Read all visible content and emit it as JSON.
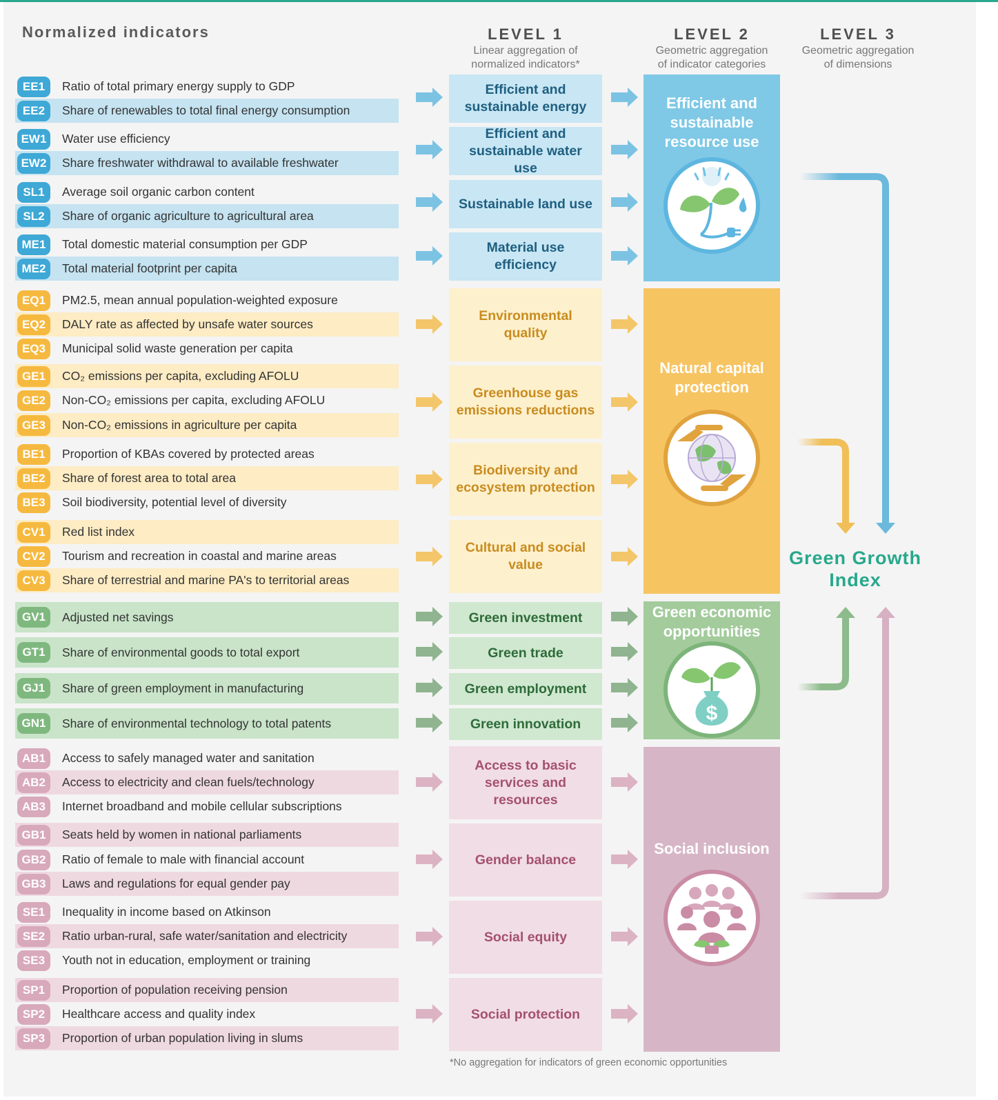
{
  "header": {
    "normalized_title": "Normalized indicators",
    "level1_title": "LEVEL 1",
    "level1_subtitle_1": "Linear aggregation of",
    "level1_subtitle_2": "normalized indicators*",
    "level2_title": "LEVEL 2",
    "level2_subtitle_1": "Geometric aggregation",
    "level2_subtitle_2": "of indicator categories",
    "level3_title": "LEVEL 3",
    "level3_subtitle_1": "Geometric aggregation",
    "level3_subtitle_2": "of dimensions"
  },
  "colors": {
    "blue_code": "#3ea8d6",
    "blue_band": "#c5e3f1",
    "blue_box": "#c8e6f4",
    "blue_text": "#1f5f80",
    "blue_dim": "#7fc8e6",
    "blue_arrow": "#7cc3e3",
    "orange_code": "#f6b93f",
    "orange_band": "#fdecc4",
    "orange_box": "#fdf0cd",
    "orange_text": "#c98c1f",
    "orange_dim": "#f7c462",
    "orange_arrow": "#f4c66a",
    "green_code": "#7fb87f",
    "green_band": "#c9e4c9",
    "green_box": "#cfe8cf",
    "green_text": "#2f6b3a",
    "green_dim": "#a3cb9c",
    "green_arrow": "#8fb48f",
    "pink_code": "#d8a9bb",
    "pink_band": "#efd9e1",
    "pink_box": "#f1dde5",
    "pink_text": "#a5516e",
    "pink_dim": "#d6b6c6",
    "pink_arrow": "#dcb3c3",
    "ggi_text": "#27a88c"
  },
  "indicators": [
    {
      "code": "EE1",
      "label": "Ratio of total primary energy supply to GDP",
      "group": "blue"
    },
    {
      "code": "EE2",
      "label": "Share of renewables to total final energy consumption",
      "group": "blue"
    },
    {
      "code": "EW1",
      "label": "Water use efficiency",
      "group": "blue"
    },
    {
      "code": "EW2",
      "label": "Share freshwater withdrawal to available freshwater",
      "group": "blue"
    },
    {
      "code": "SL1",
      "label": "Average soil organic carbon content",
      "group": "blue"
    },
    {
      "code": "SL2",
      "label": "Share of organic agriculture to agricultural area",
      "group": "blue"
    },
    {
      "code": "ME1",
      "label": "Total domestic material consumption per GDP",
      "group": "blue"
    },
    {
      "code": "ME2",
      "label": "Total material footprint  per capita",
      "group": "blue"
    },
    {
      "code": "EQ1",
      "label": "PM2.5, mean annual population-weighted exposure",
      "group": "orange"
    },
    {
      "code": "EQ2",
      "label": "DALY rate as affected by unsafe water sources",
      "group": "orange"
    },
    {
      "code": "EQ3",
      "label": "Municipal solid waste  generation per capita",
      "group": "orange"
    },
    {
      "code": "GE1",
      "label": "CO₂ emissions per capita, excluding AFOLU",
      "group": "orange"
    },
    {
      "code": "GE2",
      "label": "Non-CO₂ emissions per capita, excluding AFOLU",
      "group": "orange"
    },
    {
      "code": "GE3",
      "label": "Non-CO₂ emissions in agriculture per capita",
      "group": "orange"
    },
    {
      "code": "BE1",
      "label": "Proportion of KBAs covered by protected areas",
      "group": "orange"
    },
    {
      "code": "BE2",
      "label": "Share of forest area to total area",
      "group": "orange"
    },
    {
      "code": "BE3",
      "label": "Soil biodiversity, potential level of diversity",
      "group": "orange"
    },
    {
      "code": "CV1",
      "label": "Red list index",
      "group": "orange"
    },
    {
      "code": "CV2",
      "label": "Tourism and recreation in coastal and marine areas",
      "group": "orange"
    },
    {
      "code": "CV3",
      "label": "Share of terrestrial and marine PA's to territorial areas",
      "group": "orange"
    },
    {
      "code": "GV1",
      "label": "Adjusted net savings",
      "group": "green"
    },
    {
      "code": "GT1",
      "label": "Share of environmental goods to total export",
      "group": "green"
    },
    {
      "code": "GJ1",
      "label": "Share of green employment in manufacturing",
      "group": "green"
    },
    {
      "code": "GN1",
      "label": "Share of environmental technology to total patents",
      "group": "green"
    },
    {
      "code": "AB1",
      "label": "Access to safely managed water and sanitation",
      "group": "pink"
    },
    {
      "code": "AB2",
      "label": "Access to electricity and clean fuels/technology",
      "group": "pink"
    },
    {
      "code": "AB3",
      "label": "Internet broadband and mobile cellular subscriptions",
      "group": "pink"
    },
    {
      "code": "GB1",
      "label": "Seats held by women in national parliaments",
      "group": "pink"
    },
    {
      "code": "GB2",
      "label": "Ratio of female to male with financial account",
      "group": "pink"
    },
    {
      "code": "GB3",
      "label": "Laws and regulations for equal gender pay",
      "group": "pink"
    },
    {
      "code": "SE1",
      "label": "Inequality in income based on Atkinson",
      "group": "pink"
    },
    {
      "code": "SE2",
      "label": "Ratio urban-rural, safe water/sanitation and electricity",
      "group": "pink"
    },
    {
      "code": "SE3",
      "label": "Youth not in education, employment or training",
      "group": "pink"
    },
    {
      "code": "SP1",
      "label": "Proportion of population receiving pension",
      "group": "pink"
    },
    {
      "code": "SP2",
      "label": "Healthcare access and quality index",
      "group": "pink"
    },
    {
      "code": "SP3",
      "label": "Proportion of urban population living in slums",
      "group": "pink"
    }
  ],
  "level1": [
    {
      "label": "Efficient and sustainable energy",
      "group": "blue"
    },
    {
      "label": "Efficient and sustainable water use",
      "group": "blue"
    },
    {
      "label": "Sustainable land use",
      "group": "blue"
    },
    {
      "label": "Material use efficiency",
      "group": "blue"
    },
    {
      "label": "Environmental quality",
      "group": "orange"
    },
    {
      "label": "Greenhouse gas emissions reductions",
      "group": "orange"
    },
    {
      "label": "Biodiversity and ecosystem protection",
      "group": "orange"
    },
    {
      "label": "Cultural and social value",
      "group": "orange"
    },
    {
      "label": "Green investment",
      "group": "green"
    },
    {
      "label": "Green trade",
      "group": "green"
    },
    {
      "label": "Green employment",
      "group": "green"
    },
    {
      "label": "Green innovation",
      "group": "green"
    },
    {
      "label": "Access to basic services and resources",
      "group": "pink"
    },
    {
      "label": "Gender balance",
      "group": "pink"
    },
    {
      "label": "Social equity",
      "group": "pink"
    },
    {
      "label": "Social protection",
      "group": "pink"
    }
  ],
  "level2": [
    {
      "label": "Efficient and sustainable resource use",
      "group": "blue",
      "icon": "plant-plug-icon"
    },
    {
      "label": "Natural capital protection",
      "group": "orange",
      "icon": "globe-hands-icon"
    },
    {
      "label": "Green economic opportunities",
      "group": "green",
      "icon": "money-bag-plant-icon"
    },
    {
      "label": "Social inclusion",
      "group": "pink",
      "icon": "people-group-icon"
    }
  ],
  "level3": {
    "label_line1": "Green Growth",
    "label_line2": "Index"
  },
  "footnote": "*No aggregation for indicators of green economic opportunities"
}
